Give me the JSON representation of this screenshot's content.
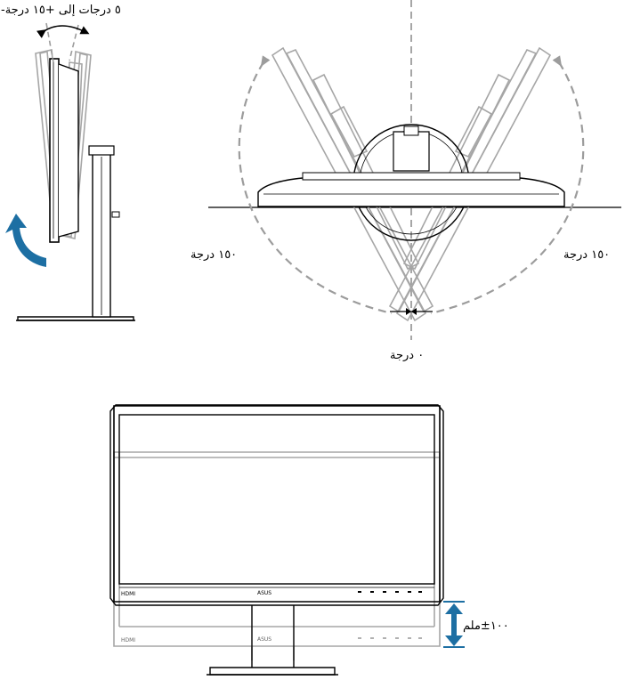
{
  "labels": {
    "tilt_range": "-٥ درجات إلى +١٥ درجة",
    "swivel_left": "١٥٠ درجة",
    "swivel_right": "١٥٠ درجة",
    "swivel_zero": "٠ درجة",
    "height_adjust": "١٠٠±ملم"
  },
  "logos": {
    "brand": "ASUS",
    "input_badge": "HDMI"
  },
  "colors": {
    "accent_arrow": "#1d6fa3",
    "outline": "#000000",
    "ghost": "#a8a8a8",
    "dashed": "#999999"
  }
}
